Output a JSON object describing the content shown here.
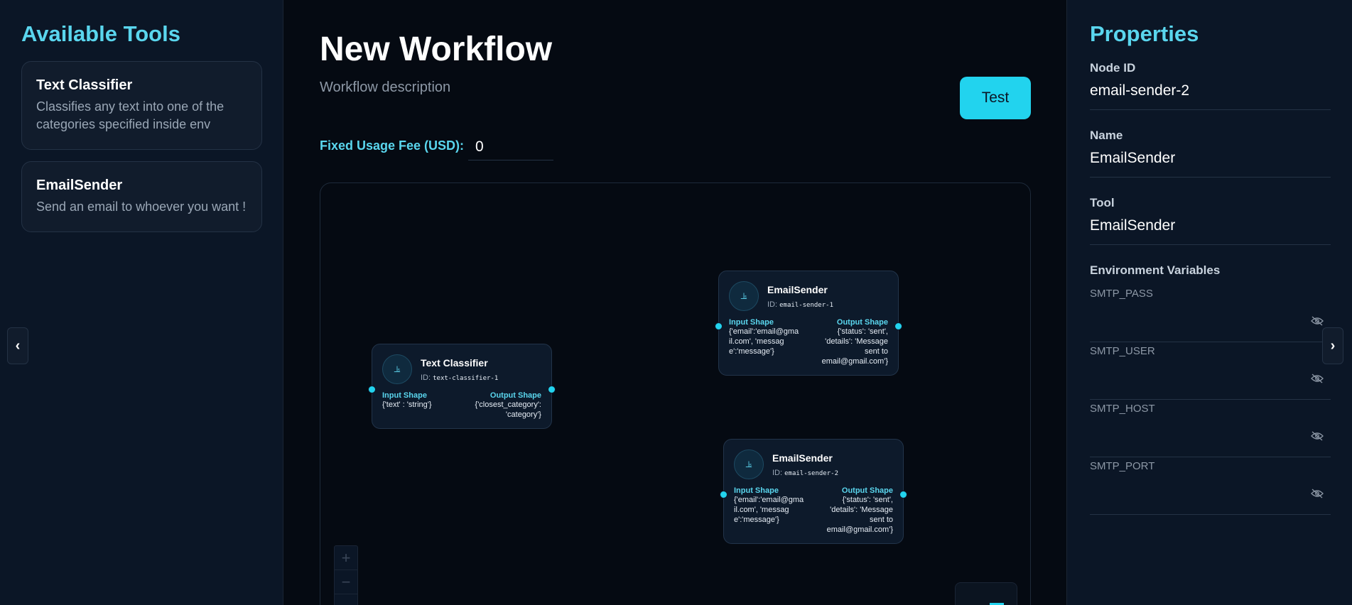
{
  "sidebar": {
    "title": "Available Tools",
    "tools": [
      {
        "name": "Text Classifier",
        "description": "Classifies any text into one of the categories specified inside env"
      },
      {
        "name": "EmailSender",
        "description": "Send an email to whoever you want !"
      }
    ]
  },
  "workflow": {
    "title": "New Workflow",
    "description": "Workflow description",
    "test_label": "Test",
    "fee_label": "Fixed Usage Fee (USD):",
    "fee_value": "0"
  },
  "nav": {
    "left_icon": "‹",
    "right_icon": "›"
  },
  "nodes": [
    {
      "title": "Text Classifier",
      "id_prefix": "ID:",
      "id": "text-classifier-1",
      "input_label": "Input Shape",
      "input_value": "{'text' : 'string'}",
      "output_label": "Output Shape",
      "output_value": "{'closest_category': 'category'}"
    },
    {
      "title": "EmailSender",
      "id_prefix": "ID:",
      "id": "email-sender-1",
      "input_label": "Input Shape",
      "input_value": "{'email':'email@gmail.com', 'message':'message'}",
      "output_label": "Output Shape",
      "output_value": "{'status': 'sent', 'details': 'Message sent to email@gmail.com'}"
    },
    {
      "title": "EmailSender",
      "id_prefix": "ID:",
      "id": "email-sender-2",
      "input_label": "Input Shape",
      "input_value": "{'email':'email@gmail.com', 'message':'message'}",
      "output_label": "Output Shape",
      "output_value": "{'status': 'sent', 'details': 'Message sent to email@gmail.com'}"
    }
  ],
  "zoom": {
    "in": "+",
    "out": "−"
  },
  "properties": {
    "title": "Properties",
    "node_id_label": "Node ID",
    "node_id_value": "email-sender-2",
    "name_label": "Name",
    "name_value": "EmailSender",
    "tool_label": "Tool",
    "tool_value": "EmailSender",
    "env_label": "Environment Variables",
    "env_vars": [
      "SMTP_PASS",
      "SMTP_USER",
      "SMTP_HOST",
      "SMTP_PORT"
    ]
  },
  "colors": {
    "accent": "#22d3ee",
    "heading": "#5ad6ee",
    "background": "#050a12",
    "panel": "#0b1626"
  }
}
